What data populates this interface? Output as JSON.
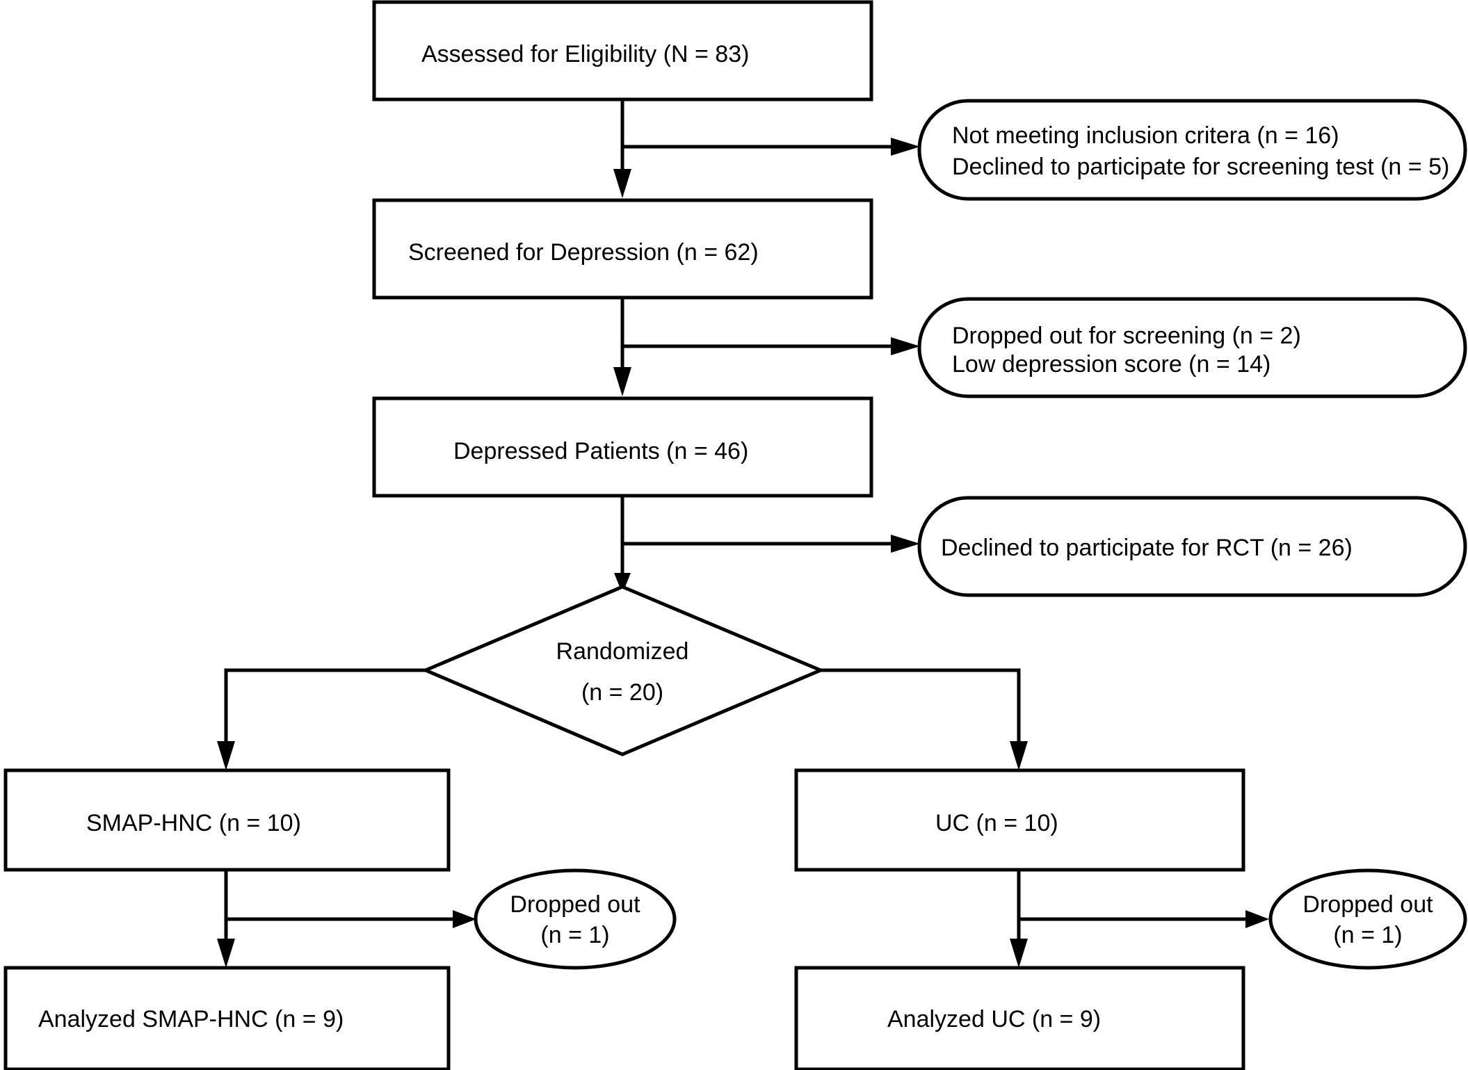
{
  "boxes": {
    "assessed": "Assessed for Eligibility (N = 83)",
    "screened": "Screened for Depression (n = 62)",
    "depressed": "Depressed Patients (n = 46)",
    "smap": "SMAP-HNC  (n = 10)",
    "uc": "UC  (n = 10)",
    "analyzed_smap": "Analyzed SMAP-HNC  (n = 9)",
    "analyzed_uc": "Analyzed UC  (n = 9)"
  },
  "decision": {
    "label": "Randomized",
    "count": "(n = 20)"
  },
  "exclusions": {
    "eligibility": [
      "Not meeting inclusion critera (n = 16)",
      "Declined to participate for screening test (n = 5)"
    ],
    "screening": [
      "Dropped out for screening (n = 2)",
      "Low depression score  (n = 14)"
    ],
    "rct": "Declined to participate for RCT (n = 26)",
    "smap_dropout": [
      "Dropped out",
      "(n = 1)"
    ],
    "uc_dropout": [
      "Dropped out",
      "(n = 1)"
    ]
  }
}
